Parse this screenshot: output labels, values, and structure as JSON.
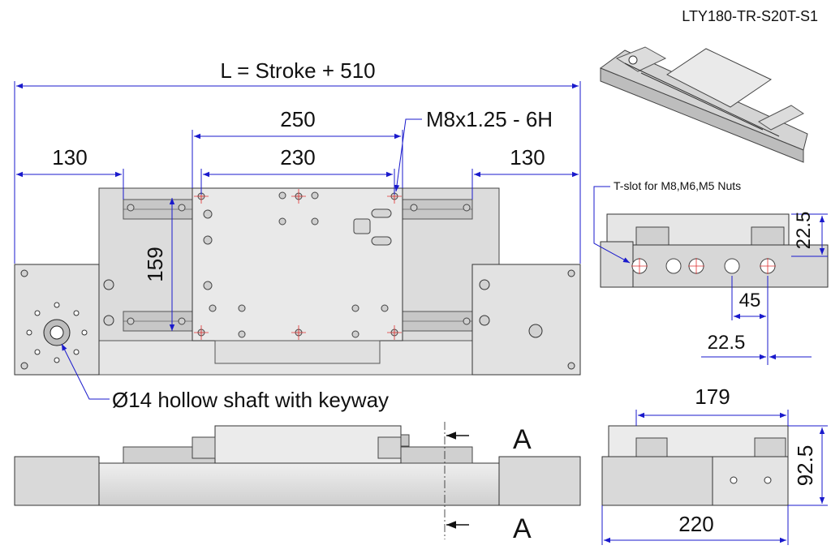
{
  "model": "LTY180-TR-S20T-S1",
  "top_view": {
    "length_formula": "L = Stroke + 510",
    "dim_250": "250",
    "dim_230": "230",
    "dim_130_left": "130",
    "dim_130_right": "130",
    "dim_159": "159",
    "thread_note": "M8x1.25 - 6H",
    "shaft_note": "Ø14 hollow shaft with keyway"
  },
  "side_view": {
    "section_top": "A",
    "section_bottom": "A"
  },
  "section_detail": {
    "tslot_note": "T-slot for M8,M6,M5 Nuts",
    "dim_22_5_vertical": "22.5",
    "dim_45": "45",
    "dim_22_5_horizontal": "22.5"
  },
  "end_view": {
    "dim_179": "179",
    "dim_92_5": "92.5",
    "dim_220": "220"
  },
  "colors": {
    "dimension": "#1a1acc",
    "hole_center": "#e03030",
    "body": "#d9d9d9",
    "rail": "#c4c4c4"
  }
}
